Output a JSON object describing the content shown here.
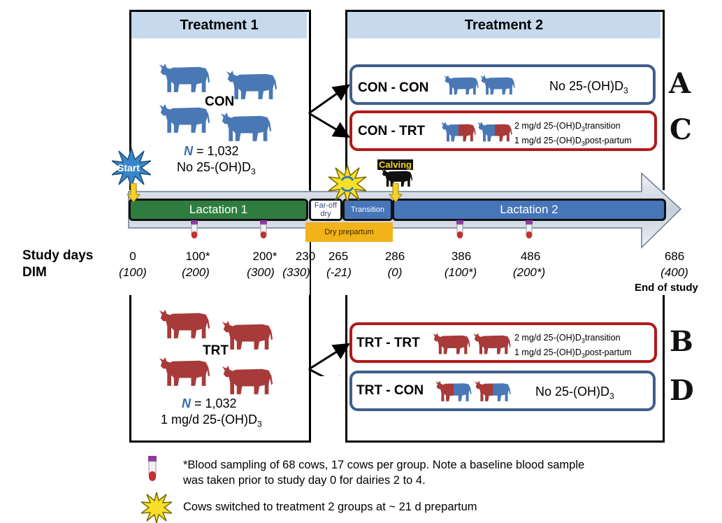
{
  "treatment1": {
    "title": "Treatment 1",
    "con": {
      "name": "CON",
      "n_label": "N",
      "n_value": "= 1,032",
      "desc": "No 25-(OH)D",
      "desc_sub": "3"
    },
    "trt": {
      "name": "TRT",
      "n_label": "N",
      "n_value": "= 1,032",
      "desc": "1 mg/d 25-(OH)D",
      "desc_sub": "3"
    }
  },
  "treatment2": {
    "title": "Treatment 2",
    "groups": [
      {
        "letter": "A",
        "name": "CON - CON",
        "desc": "No 25-(OH)D",
        "desc_sub": "3"
      },
      {
        "letter": "C",
        "name": "CON - TRT",
        "line1": "2 mg/d 25-(OH)D",
        "line1_tail": "transition",
        "line2": "1 mg/d 25-(OH)D",
        "line2_tail": "post-partum"
      },
      {
        "letter": "B",
        "name": "TRT - TRT",
        "line1": "2 mg/d 25-(OH)D",
        "line1_tail": "transition",
        "line2": "1 mg/d 25-(OH)D",
        "line2_tail": "post-partum"
      },
      {
        "letter": "D",
        "name": "TRT - CON",
        "desc": "No 25-(OH)D",
        "desc_sub": "3"
      }
    ],
    "sub": "3"
  },
  "timeline": {
    "start": "Start",
    "calving": "Calving",
    "lactation1": "Lactation 1",
    "far_off_dry": "Far-off dry",
    "transition": "Transition",
    "lactation2": "Lactation 2",
    "dry_prepartum": "Dry prepartum",
    "study_days_label": "Study days",
    "dim_label": "DIM",
    "end_of_study": "End of study",
    "study_days": [
      "0",
      "100*",
      "200*",
      "230",
      "265",
      "286",
      "386",
      "486",
      "686"
    ],
    "dim": [
      "(100)",
      "(200)",
      "(300)",
      "(330)",
      "(-21)",
      "(0)",
      "(100*)",
      "(200*)",
      "(400)"
    ]
  },
  "legend": {
    "blood_note_line1": "*Blood sampling of 68 cows, 17 cows per group. Note a baseline blood sample",
    "blood_note_line2": "was taken prior to study day 0 for dairies 2 to 4.",
    "switch_note": "Cows switched to treatment 2 groups at ~ 21 d prepartum"
  },
  "colors": {
    "con_blue": "#4a78b5",
    "trt_red": "#a83a3a",
    "lactation1_green": "#2e7d3e",
    "lactation2_blue": "#4675b8",
    "dry_yellow": "#f2b21a",
    "header_blue": "#c7d9ec"
  },
  "icons": [
    "cow-icon",
    "blood-tube-icon",
    "start-burst-icon",
    "switch-burst-icon",
    "calving-icon"
  ]
}
